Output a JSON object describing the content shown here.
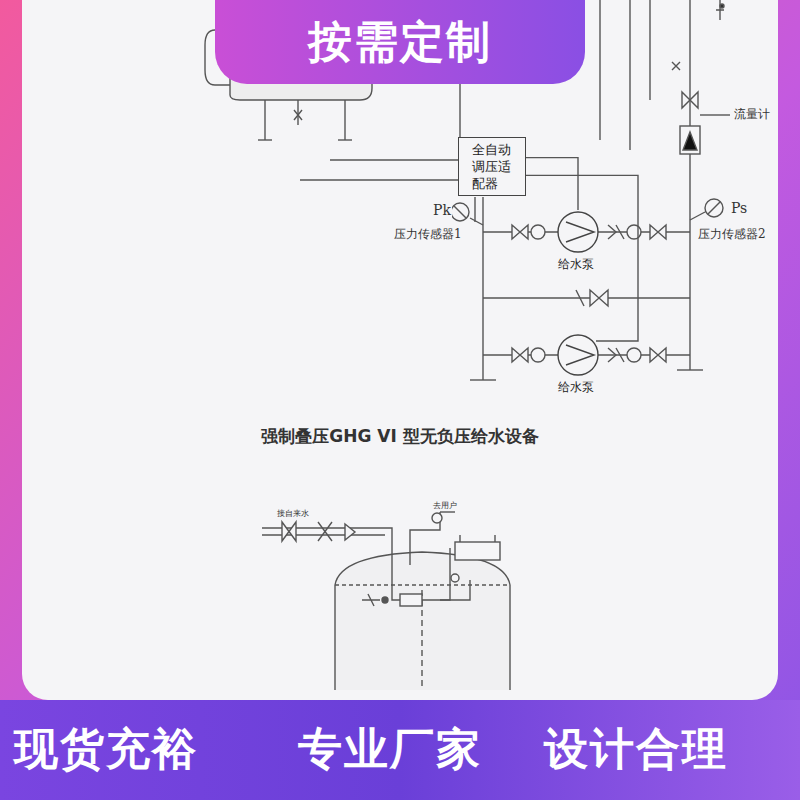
{
  "diagram": {
    "caption": "强制叠压GHG VI 型无负压给水设备",
    "nodes": [
      {
        "text": [
          "按需定制"
        ]
      },
      {
        "text": [
          "全自动调压适配器"
        ]
      },
      {
        "text": [
          "给水泵"
        ]
      },
      {
        "text": [
          "给水泵"
        ]
      },
      {
        "text": [
          "现货充裕",
          "专业厂家",
          "设计合理"
        ]
      }
    ],
    "edges": [
      {
        "from": 1,
        "to": 2,
        "arrow": "none"
      },
      {
        "from": 1,
        "to": 3,
        "arrow": "none"
      }
    ],
    "labels": [
      "Pk",
      "压力传感器1",
      "Ps",
      "压力传感器2",
      "流量计",
      "接自来水",
      "去用户"
    ]
  }
}
